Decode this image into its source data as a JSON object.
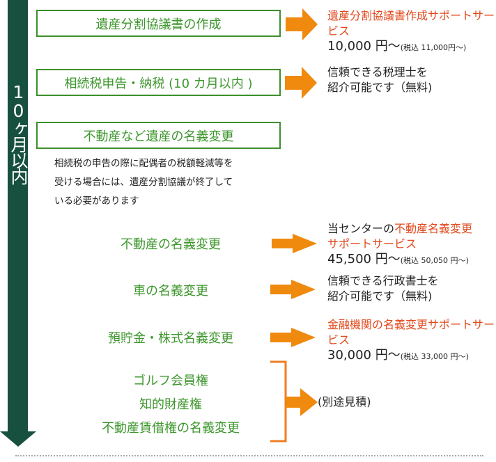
{
  "timeline": {
    "label": "10ヶ月以内"
  },
  "steps": [
    {
      "label": "遺産分割協議書の作成",
      "result": {
        "red": "遺産分割協議書作成サポートサービス",
        "price": "10,000 円〜",
        "tax": "(税込 11,000円〜)"
      }
    },
    {
      "label": "相続税申告・納税 (10 カ月以内 )",
      "result": {
        "line1": "信頼できる税理士を",
        "line2": "紹介可能です（無料)"
      }
    },
    {
      "label": "不動産など遺産の名義変更",
      "note": [
        "相続税の申告の際に配偶者の税額軽減等を",
        "受ける場合には、遺産分割協議が終了して",
        "いる必要があります"
      ]
    }
  ],
  "transfers": [
    {
      "label": "不動産の名義変更",
      "result": {
        "prefix": "当センターの",
        "red1": "不動産名義変更",
        "red2": "サポートサービス",
        "price": "45,500 円〜",
        "tax": "(税込 50,050 円〜)"
      }
    },
    {
      "label": "車の名義変更",
      "result": {
        "line1": "信頼できる行政書士を",
        "line2": "紹介可能です（無料)"
      }
    },
    {
      "label": "預貯金・株式名義変更",
      "result": {
        "red": "金融機関の名義変更サポートサービス",
        "price": "30,000 円〜",
        "tax": "(税込 33,000 円〜)"
      }
    }
  ],
  "others": {
    "items": [
      "ゴルフ会員権",
      "知的財産権",
      "不動産賃借権の名義変更"
    ],
    "result": "(別途見積)"
  },
  "colors": {
    "dark_green": "#17503f",
    "green": "#3c962c",
    "orange": "#ef8a0e",
    "red": "#e2481c"
  }
}
